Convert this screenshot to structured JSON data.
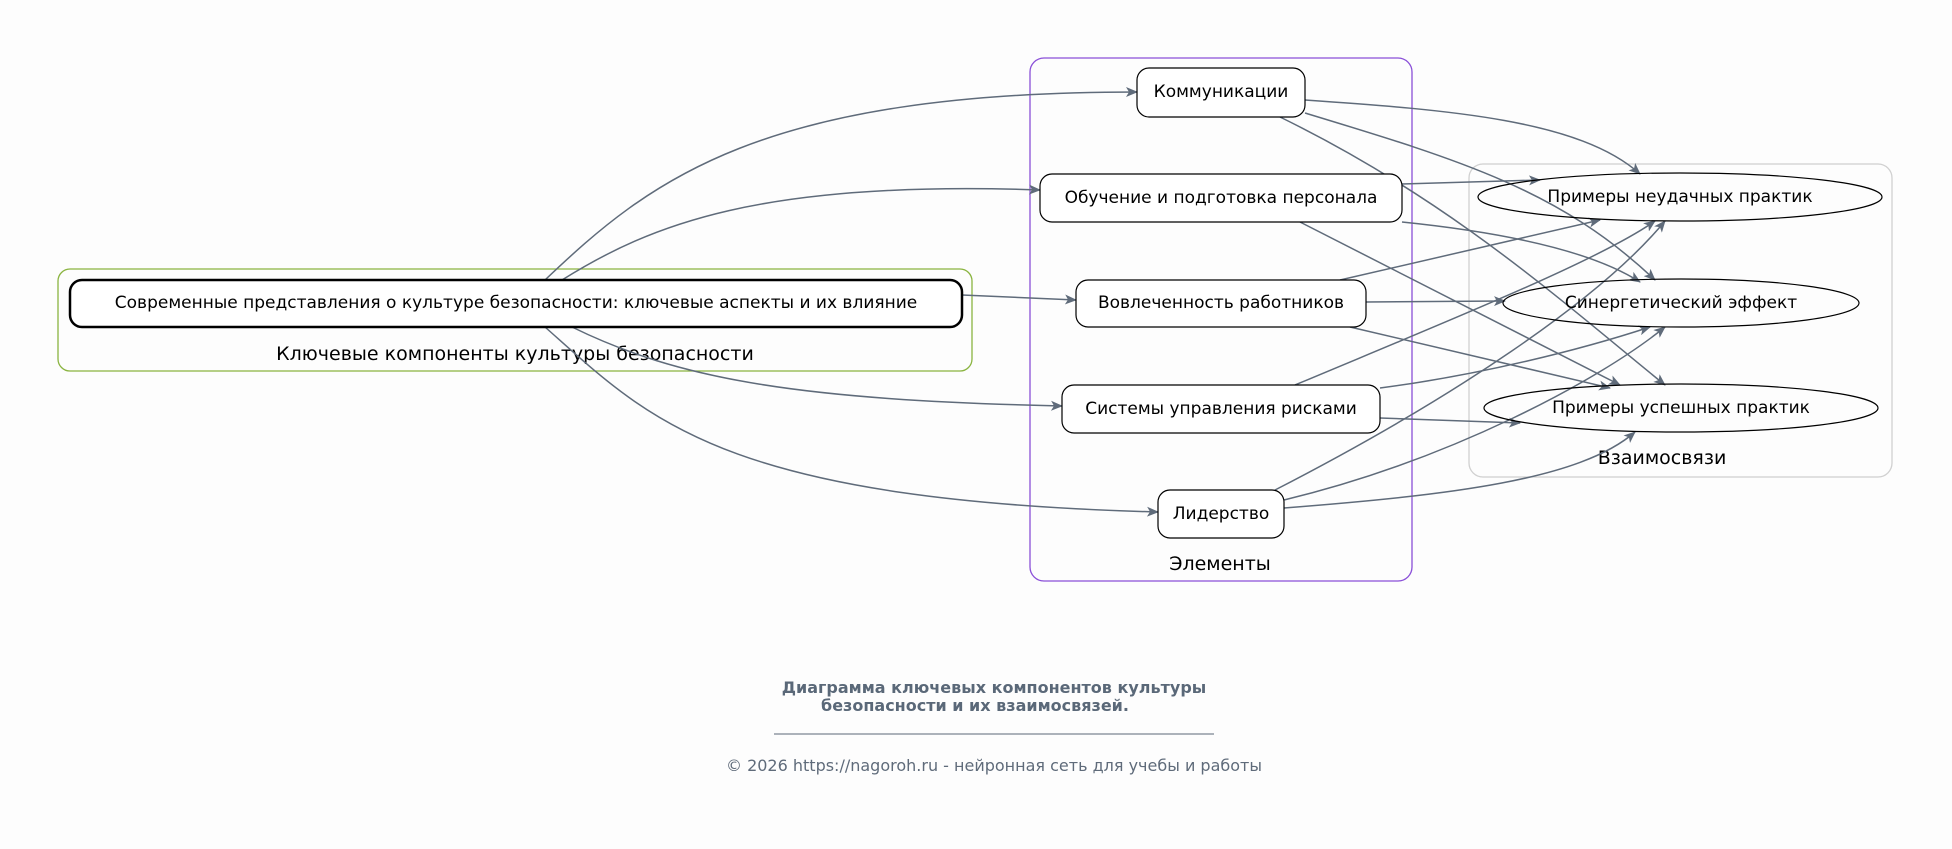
{
  "clusters": {
    "components": {
      "label": "Ключевые компоненты культуры безопасности",
      "color": "#8ab440"
    },
    "elements": {
      "label": "Элементы",
      "color": "#8a4fd8"
    },
    "relations": {
      "label": "Взаимосвязи",
      "color": "#d0d0d0"
    }
  },
  "nodes": {
    "main": "Современные представления о культуре безопасности: ключевые аспекты и их влияние",
    "communications": "Коммуникации",
    "training": "Обучение и подготовка персонала",
    "engagement": "Вовлеченность работников",
    "risk": "Системы управления рисками",
    "leadership": "Лидерство",
    "failures": "Примеры неудачных практик",
    "synergy": "Синергетический эффект",
    "successes": "Примеры успешных практик"
  },
  "edges": [
    [
      "main",
      "communications"
    ],
    [
      "main",
      "training"
    ],
    [
      "main",
      "engagement"
    ],
    [
      "main",
      "risk"
    ],
    [
      "main",
      "leadership"
    ],
    [
      "communications",
      "failures"
    ],
    [
      "communications",
      "synergy"
    ],
    [
      "communications",
      "successes"
    ],
    [
      "training",
      "failures"
    ],
    [
      "training",
      "synergy"
    ],
    [
      "training",
      "successes"
    ],
    [
      "engagement",
      "failures"
    ],
    [
      "engagement",
      "synergy"
    ],
    [
      "engagement",
      "successes"
    ],
    [
      "risk",
      "failures"
    ],
    [
      "risk",
      "synergy"
    ],
    [
      "risk",
      "successes"
    ],
    [
      "leadership",
      "failures"
    ],
    [
      "leadership",
      "synergy"
    ],
    [
      "leadership",
      "successes"
    ]
  ],
  "edge_color": "#5f6b7a",
  "caption": {
    "title_line1": "Диаграмма ключевых компонентов культуры",
    "title_line2": "безопасности и их взаимосвязей.",
    "footer": "© 2026 https://nagoroh.ru - нейронная сеть для учебы и работы"
  }
}
